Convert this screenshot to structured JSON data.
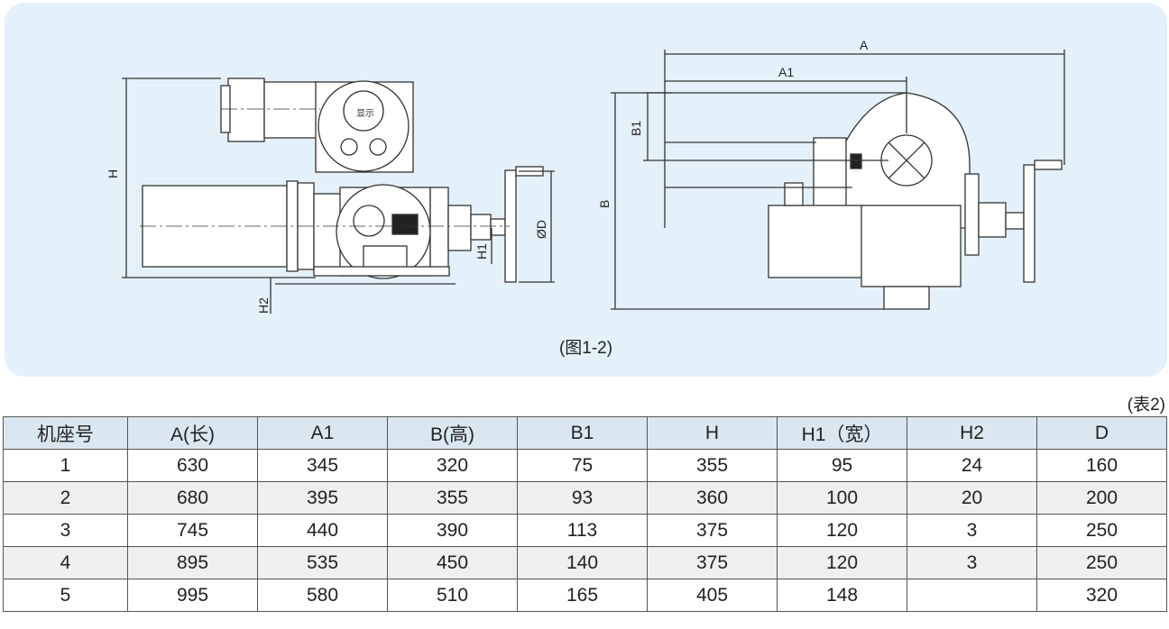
{
  "figure": {
    "caption": "(图1-2)",
    "left_view_labels": {
      "H": "H",
      "H2": "H2",
      "H1": "H1",
      "D": "ØD",
      "display": "显示"
    },
    "right_view_labels": {
      "A": "A",
      "A1": "A1",
      "B": "B",
      "B1": "B1"
    }
  },
  "table": {
    "note": "(表2)",
    "headers": [
      "机座号",
      "A(长)",
      "A1",
      "B(高)",
      "B1",
      "H",
      "H1（宽）",
      "H2",
      "D"
    ],
    "rows": [
      [
        "1",
        "630",
        "345",
        "320",
        "75",
        "355",
        "95",
        "24",
        "160"
      ],
      [
        "2",
        "680",
        "395",
        "355",
        "93",
        "360",
        "100",
        "20",
        "200"
      ],
      [
        "3",
        "745",
        "440",
        "390",
        "113",
        "375",
        "120",
        "3",
        "250"
      ],
      [
        "4",
        "895",
        "535",
        "450",
        "140",
        "375",
        "120",
        "3",
        "250"
      ],
      [
        "5",
        "995",
        "580",
        "510",
        "165",
        "405",
        "148",
        "",
        "320"
      ]
    ]
  },
  "colors": {
    "panel": "#e4f1fa",
    "header": "#dbe7f0",
    "alt_row": "#efefef"
  }
}
